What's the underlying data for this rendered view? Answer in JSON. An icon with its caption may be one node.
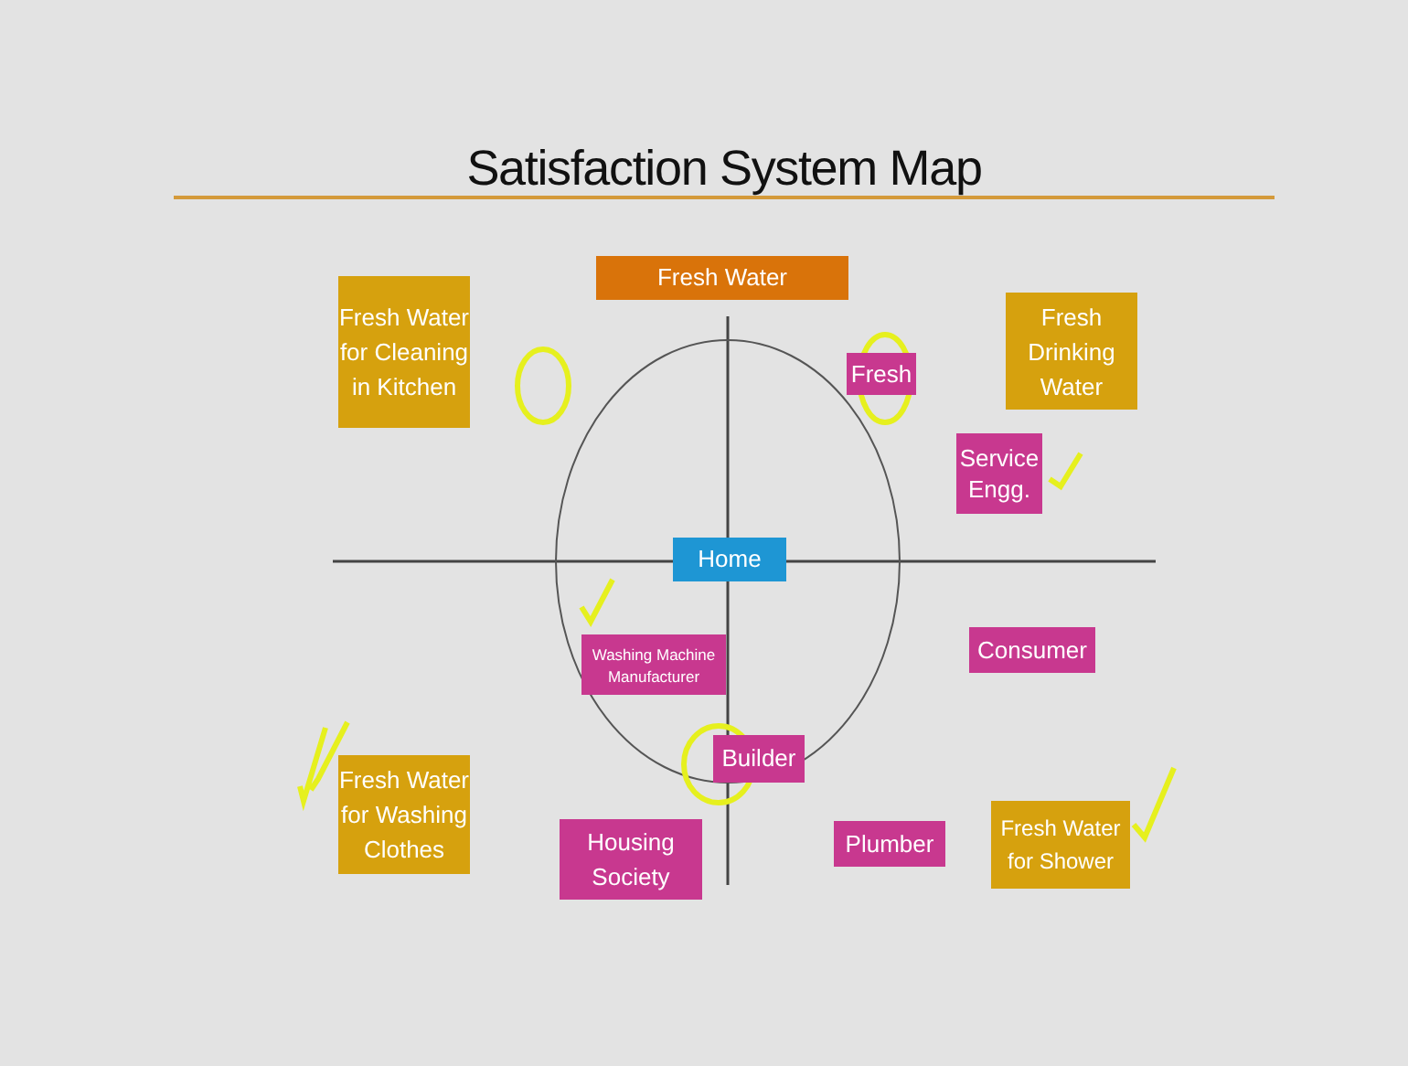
{
  "diagram": {
    "title": "Satisfaction System Map",
    "nodes": [
      {
        "text": [
          "Fresh Water"
        ]
      },
      {
        "text": [
          "Fresh Water for Cleaning in Kitchen"
        ]
      },
      {
        "text": [
          "Fresh"
        ]
      },
      {
        "text": [
          "Fresh Drinking Water"
        ]
      },
      {
        "text": [
          "Service Engg."
        ]
      },
      {
        "text": [
          "Home"
        ]
      },
      {
        "text": [
          "Consumer"
        ]
      },
      {
        "text": [
          "Washing Machine Manufacturer"
        ]
      },
      {
        "text": [
          "Builder"
        ]
      },
      {
        "text": [
          "Fresh Water for Washing Clothes"
        ]
      },
      {
        "text": [
          "Housing Society"
        ]
      },
      {
        "text": [
          "Plumber"
        ]
      },
      {
        "text": [
          "Fresh Water for Shower"
        ]
      }
    ]
  }
}
